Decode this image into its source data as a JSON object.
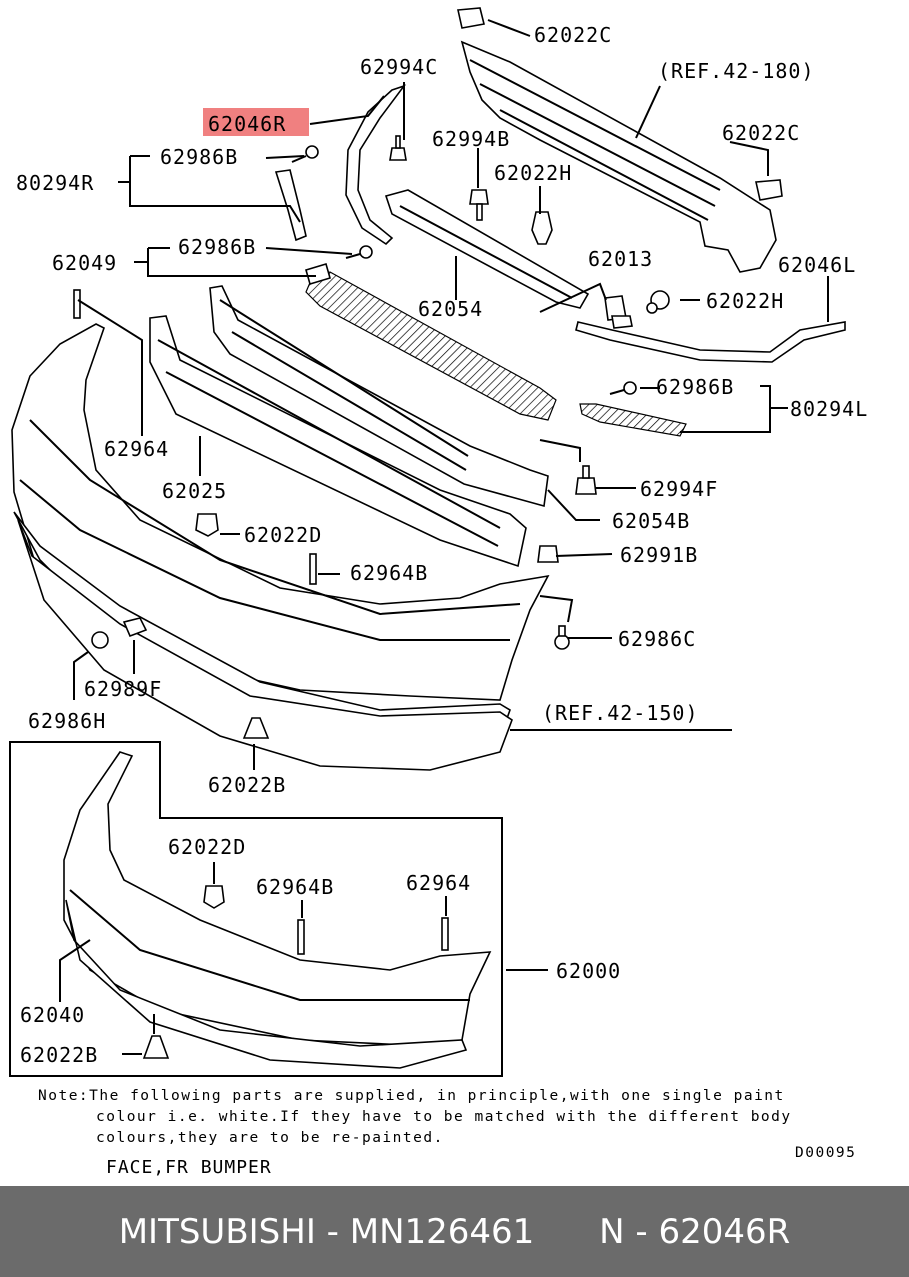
{
  "diagram": {
    "labels": {
      "p62022C_top": "62022C",
      "ref42_180": "(REF.42-180)",
      "p62994C": "62994C",
      "p62046R": "62046R",
      "p62994B": "62994B",
      "p62022C_right": "62022C",
      "p62986B_a": "62986B",
      "p62022H_a": "62022H",
      "p80294R": "80294R",
      "p62049": "62049",
      "p62986B_b": "62986B",
      "p62013": "62013",
      "p62046L": "62046L",
      "p62054": "62054",
      "p62022H_b": "62022H",
      "p62986B_c": "62986B",
      "p80294L": "80294L",
      "p62964_a": "62964",
      "p62994F": "62994F",
      "p62025": "62025",
      "p62054B": "62054B",
      "p62022D_a": "62022D",
      "p62991B": "62991B",
      "p62964B_a": "62964B",
      "p62986C": "62986C",
      "p62989F": "62989F",
      "p62986H": "62986H",
      "ref42_150": "(REF.42-150)",
      "p62022B_a": "62022B",
      "p62022D_b": "62022D",
      "p62964B_b": "62964B",
      "p62964_b": "62964",
      "p62000": "62000",
      "p62040": "62040",
      "p62022B_b": "62022B"
    },
    "note_lines": [
      "Note:The following parts are supplied, in principle,with one single paint",
      "colour i.e. white.If they have to be matched with the different body",
      "colours,they are to be re-painted."
    ],
    "caption": "FACE,FR BUMPER",
    "code": "D00095",
    "highlight_color": "#f08080"
  },
  "footer": {
    "brand_part": "MITSUBISHI - MN126461",
    "ref": "N - 62046R"
  }
}
